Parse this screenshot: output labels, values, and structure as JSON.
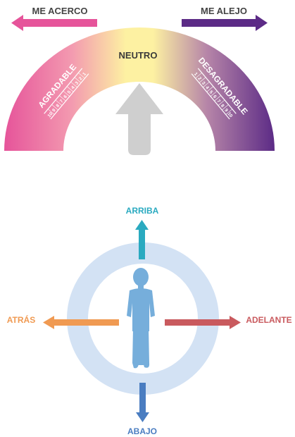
{
  "top": {
    "left_arrow_label": "ME ACERCO",
    "right_arrow_label": "ME ALEJO",
    "neutral_label": "NEUTRO",
    "left_scale_label": "AGRADABLE",
    "right_scale_label": "DESAGRADABLE",
    "left_scale_numbers": [
      "1",
      "2",
      "3",
      "4",
      "5",
      "6",
      "7",
      "8",
      "9",
      "10"
    ],
    "right_scale_numbers": [
      "1",
      "2",
      "3",
      "4",
      "5",
      "6",
      "7",
      "8",
      "9",
      "10"
    ],
    "colors": {
      "left_arrow": "#e6549a",
      "right_arrow": "#5c2b86",
      "arc_left": "#e6549a",
      "arc_center": "#fdf1a2",
      "arc_right": "#5c2b86",
      "neutral_text": "#3a3a3a",
      "up_arrow": "#cfcfcf"
    }
  },
  "bottom": {
    "up_label": "ARRIBA",
    "down_label": "ABAJO",
    "left_label": "ATRÁS",
    "right_label": "ADELANTE",
    "colors": {
      "ring": "#d3e2f4",
      "person": "#76aedb",
      "up": "#2aaac0",
      "down": "#4a7dc1",
      "left": "#f09a52",
      "right": "#c95a5e"
    }
  }
}
